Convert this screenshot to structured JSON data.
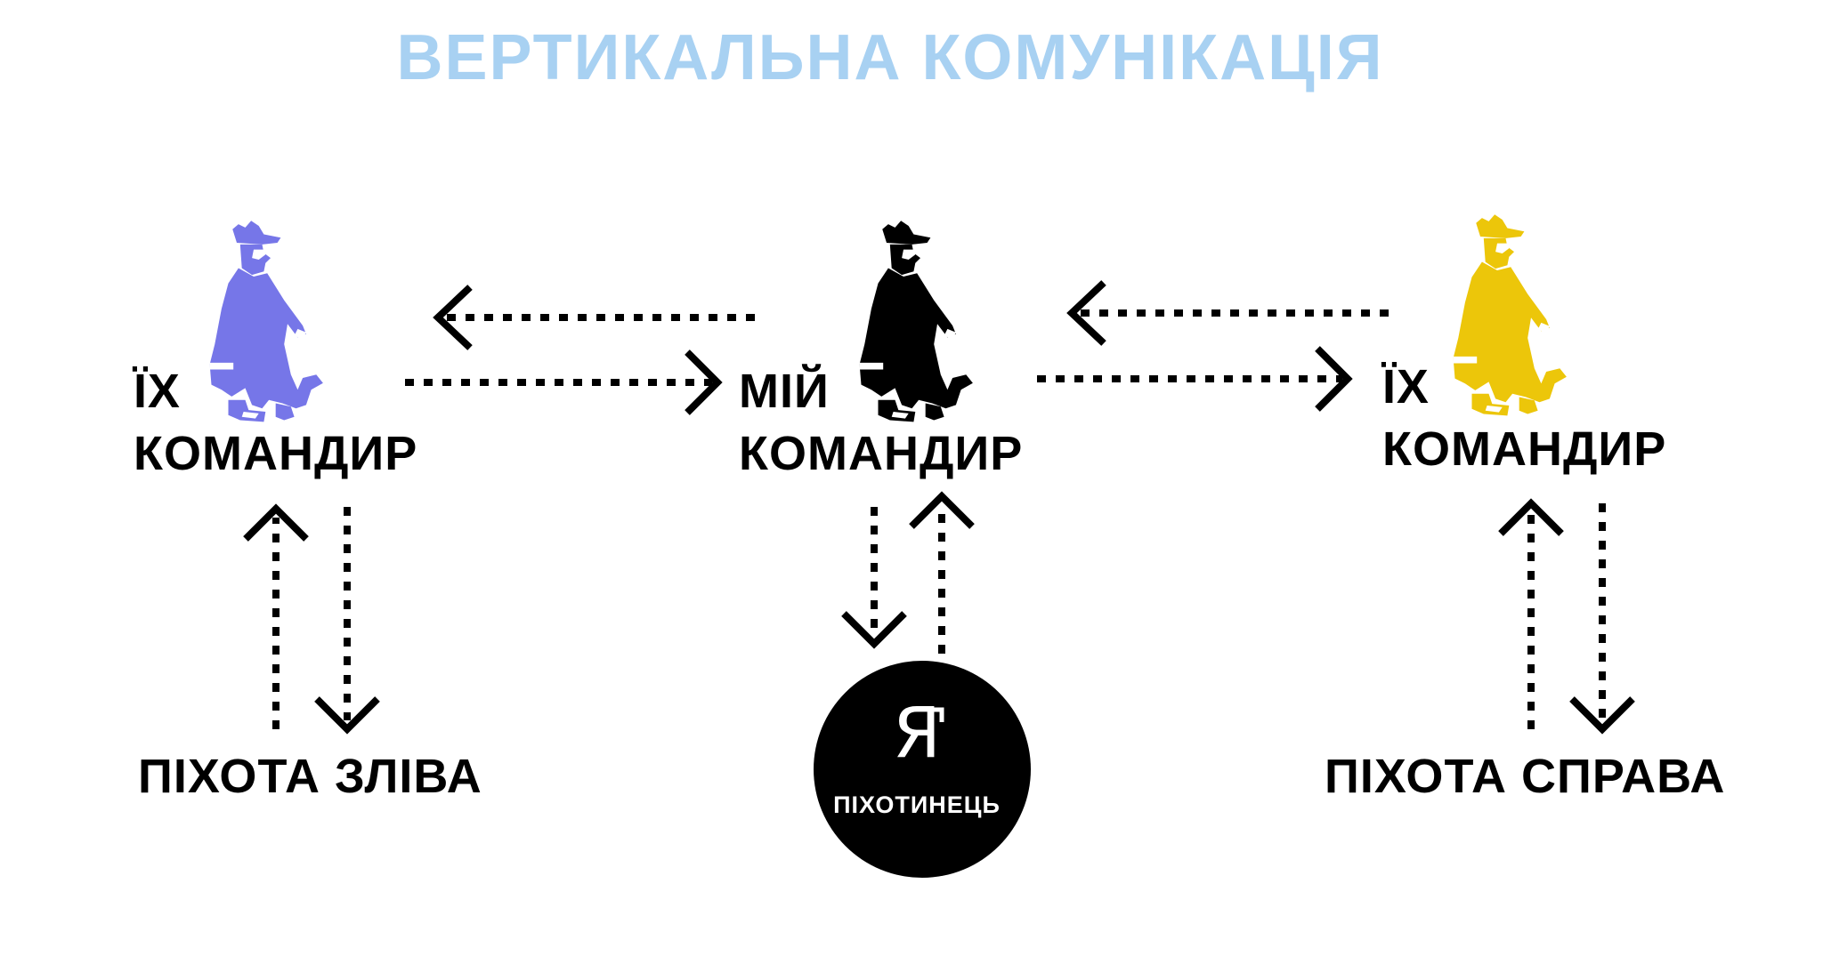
{
  "title": "ВЕРТИКАЛЬНА КОМУНІКАЦІЯ",
  "colors": {
    "title": "#A8D1F2",
    "left_commander": "#7676E8",
    "center_commander": "#000000",
    "right_commander": "#ECC60A",
    "text": "#000000",
    "badge": "#000000"
  },
  "nodes": {
    "left_commander": {
      "line1": "ЇХ",
      "line2": "КОМАНДИР",
      "icon": "soldier-icon"
    },
    "center_commander": {
      "line1": "МІЙ",
      "line2": "КОМАНДИР",
      "icon": "soldier-icon"
    },
    "right_commander": {
      "line1": "ЇХ",
      "line2": "КОМАНДИР",
      "icon": "soldier-icon"
    },
    "left_infantry": "ПІХОТА ЗЛІВА",
    "right_infantry": "ПІХОТА СПРАВА",
    "me": {
      "letter": "Я",
      "label": "ПІХОТИНЕЦЬ"
    }
  }
}
